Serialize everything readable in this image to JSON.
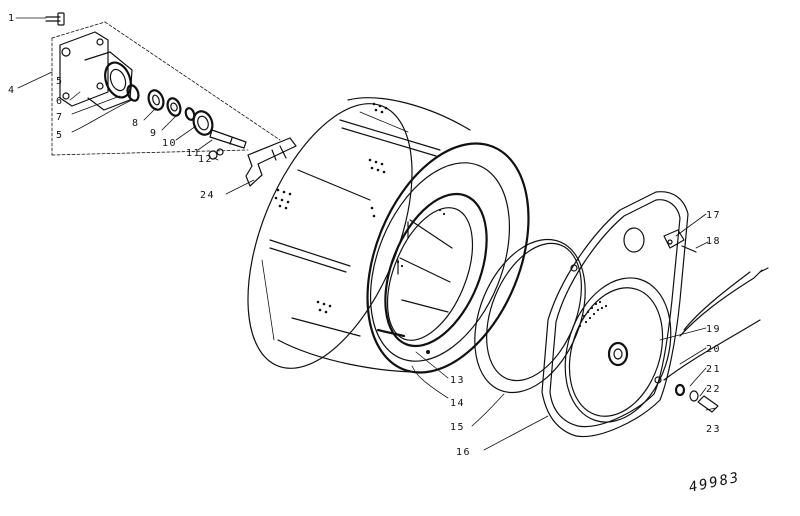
{
  "diagram": {
    "labels": [
      "1",
      "4",
      "5",
      "6",
      "7",
      "5",
      "8",
      "9",
      "10",
      "11",
      "12",
      "24",
      "13",
      "14",
      "15",
      "16",
      "17",
      "18",
      "19",
      "20",
      "21",
      "22",
      "23"
    ],
    "ref_code": "49983"
  },
  "colors": {
    "ink": "#111111",
    "paper": "#ffffff"
  }
}
